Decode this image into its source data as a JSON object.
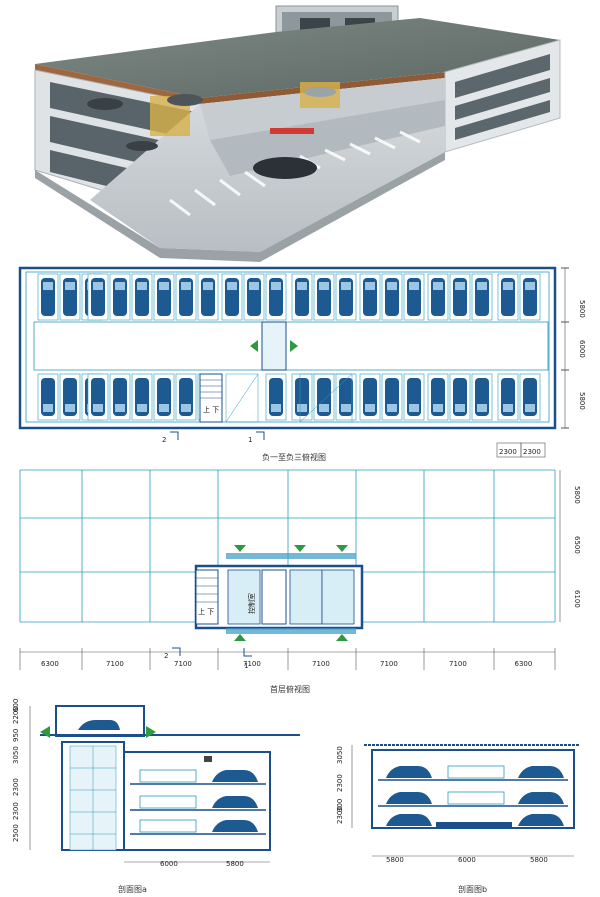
{
  "plan_basement": {
    "caption": "负一至负三俯视图",
    "dims_right": [
      "5800",
      "6000",
      "5800"
    ],
    "dims_bottom": [
      "2300",
      "2300"
    ],
    "section_markers": [
      "2",
      "1"
    ],
    "stair_label": "上 下"
  },
  "plan_ground": {
    "caption": "首层俯视图",
    "dims_right": [
      "5800",
      "6500",
      "6100"
    ],
    "dims_bottom": [
      "6300",
      "7100",
      "7100",
      "7100",
      "7100",
      "7100",
      "7100",
      "6300"
    ],
    "section_markers": [
      "2",
      "1"
    ],
    "control_room": "控制室",
    "stair_label": "上 下"
  },
  "section_a": {
    "caption": "剖面图a",
    "dims_left": [
      "600",
      "2200",
      "950",
      "3050",
      "2300",
      "2300",
      "2500"
    ],
    "dims_bottom": [
      "6000",
      "5800"
    ]
  },
  "section_b": {
    "caption": "剖面图b",
    "dims_left": [
      "3050",
      "2300",
      "300",
      "2300"
    ],
    "dims_bottom": [
      "5800",
      "6000",
      "5800"
    ]
  },
  "colors": {
    "wall": "#1b4f8c",
    "grid": "#2a9bbf",
    "car": "#1e5a92",
    "arrow": "#2e9a3f",
    "roof": "#6f7b76"
  }
}
